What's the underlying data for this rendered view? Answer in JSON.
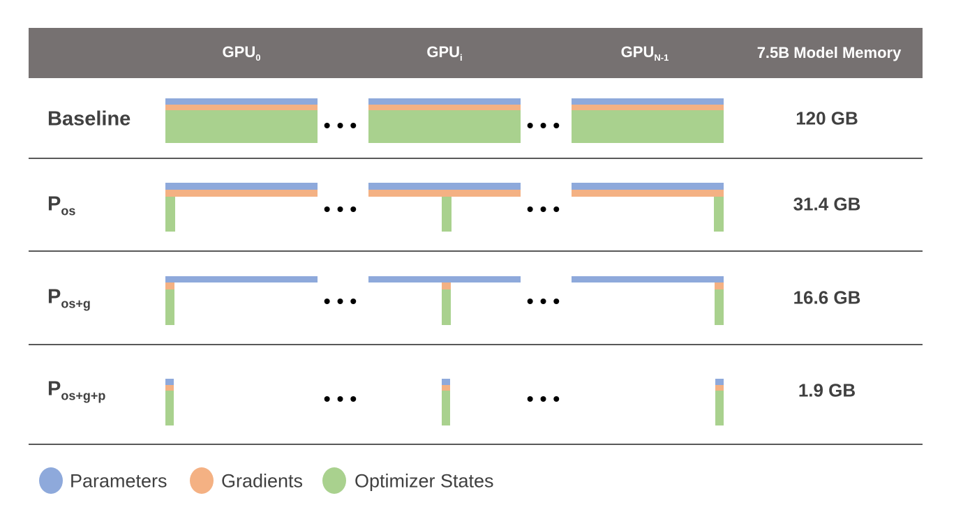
{
  "header": {
    "bg": "#767171",
    "text_color": "#ffffff",
    "columns": [
      {
        "base": "GPU",
        "sub": "0"
      },
      {
        "base": "GPU",
        "sub": "i"
      },
      {
        "base": "GPU",
        "sub": "N-1"
      }
    ],
    "memory_label": "7.5B Model Memory"
  },
  "ellipsis": "•••",
  "rows": [
    {
      "label_base": "Baseline",
      "label_sub": "",
      "memory": "120 GB"
    },
    {
      "label_base": "P",
      "label_sub": "os",
      "memory": "31.4 GB"
    },
    {
      "label_base": "P",
      "label_sub": "os+g",
      "memory": "16.6 GB"
    },
    {
      "label_base": "P",
      "label_sub": "os+g+p",
      "memory": "1.9 GB"
    }
  ],
  "legend": {
    "items": [
      {
        "label": "Parameters",
        "color": "#8EA9DB"
      },
      {
        "label": "Gradients",
        "color": "#F4B183"
      },
      {
        "label": "Optimizer States",
        "color": "#A9D18E"
      }
    ]
  },
  "colors": {
    "parameters": "#8EA9DB",
    "gradients": "#F4B183",
    "optimizer_states": "#A9D18E",
    "header_bg": "#767171",
    "divider": "#595959",
    "label_text": "#404040",
    "header_text": "#ffffff"
  },
  "chart_data": {
    "type": "table",
    "columns": [
      "GPU_0",
      "GPU_i",
      "GPU_N-1",
      "7.5B Model Memory"
    ],
    "rows": [
      {
        "strategy": "Baseline",
        "memory_gb": 120,
        "replicated": [
          "parameters",
          "gradients",
          "optimizer_states"
        ],
        "partitioned": []
      },
      {
        "strategy": "P_os",
        "memory_gb": 31.4,
        "replicated": [
          "parameters",
          "gradients"
        ],
        "partitioned": [
          "optimizer_states"
        ]
      },
      {
        "strategy": "P_os+g",
        "memory_gb": 16.6,
        "replicated": [
          "parameters"
        ],
        "partitioned": [
          "gradients",
          "optimizer_states"
        ]
      },
      {
        "strategy": "P_os+g+p",
        "memory_gb": 1.9,
        "replicated": [],
        "partitioned": [
          "parameters",
          "gradients",
          "optimizer_states"
        ]
      }
    ]
  }
}
